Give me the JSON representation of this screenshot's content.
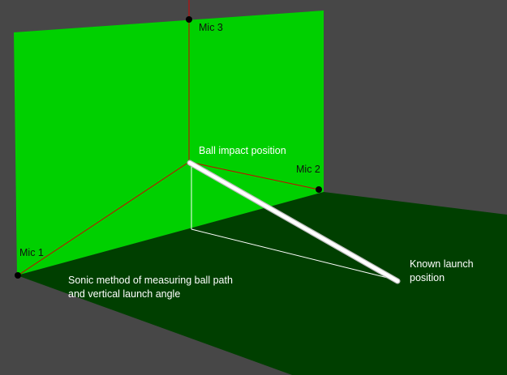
{
  "labels": {
    "mic1": "Mic 1",
    "mic2": "Mic 2",
    "mic3": "Mic 3",
    "impact": "Ball impact position",
    "launch_line1": "Known launch",
    "launch_line2": "position",
    "caption_line1": "Sonic method of measuring ball path",
    "caption_line2": "and vertical launch angle"
  },
  "colors": {
    "background": "#474747",
    "wall": "#00d000",
    "ground": "#003f00",
    "mic_lines": "#d00000",
    "projection_lines": "#ffffff",
    "ball_path": "#ffffff",
    "mic_marker": "#000000"
  }
}
